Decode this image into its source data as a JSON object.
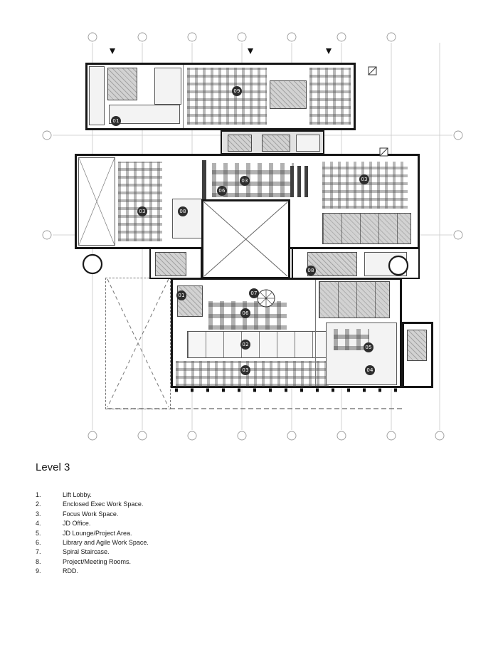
{
  "legend": {
    "title": "Level 3",
    "items": [
      {
        "num": "1.",
        "label": "Lift Lobby."
      },
      {
        "num": "2.",
        "label": "Enclosed Exec Work Space."
      },
      {
        "num": "3.",
        "label": "Focus Work Space."
      },
      {
        "num": "4.",
        "label": "JD Office."
      },
      {
        "num": "5.",
        "label": "JD Lounge/Project Area."
      },
      {
        "num": "6.",
        "label": "Library and Agile Work Space."
      },
      {
        "num": "7.",
        "label": "Spiral Staircase."
      },
      {
        "num": "8.",
        "label": "Project/Meeting Rooms."
      },
      {
        "num": "9.",
        "label": "RDD."
      }
    ]
  },
  "plan": {
    "markers": [
      {
        "label": "01"
      },
      {
        "label": "09"
      },
      {
        "label": "03"
      },
      {
        "label": "08"
      },
      {
        "label": "03"
      },
      {
        "label": "06"
      },
      {
        "label": "03"
      },
      {
        "label": "08"
      },
      {
        "label": "01"
      },
      {
        "label": "07"
      },
      {
        "label": "06"
      },
      {
        "label": "02"
      },
      {
        "label": "03"
      },
      {
        "label": "05"
      },
      {
        "label": "04"
      }
    ]
  }
}
